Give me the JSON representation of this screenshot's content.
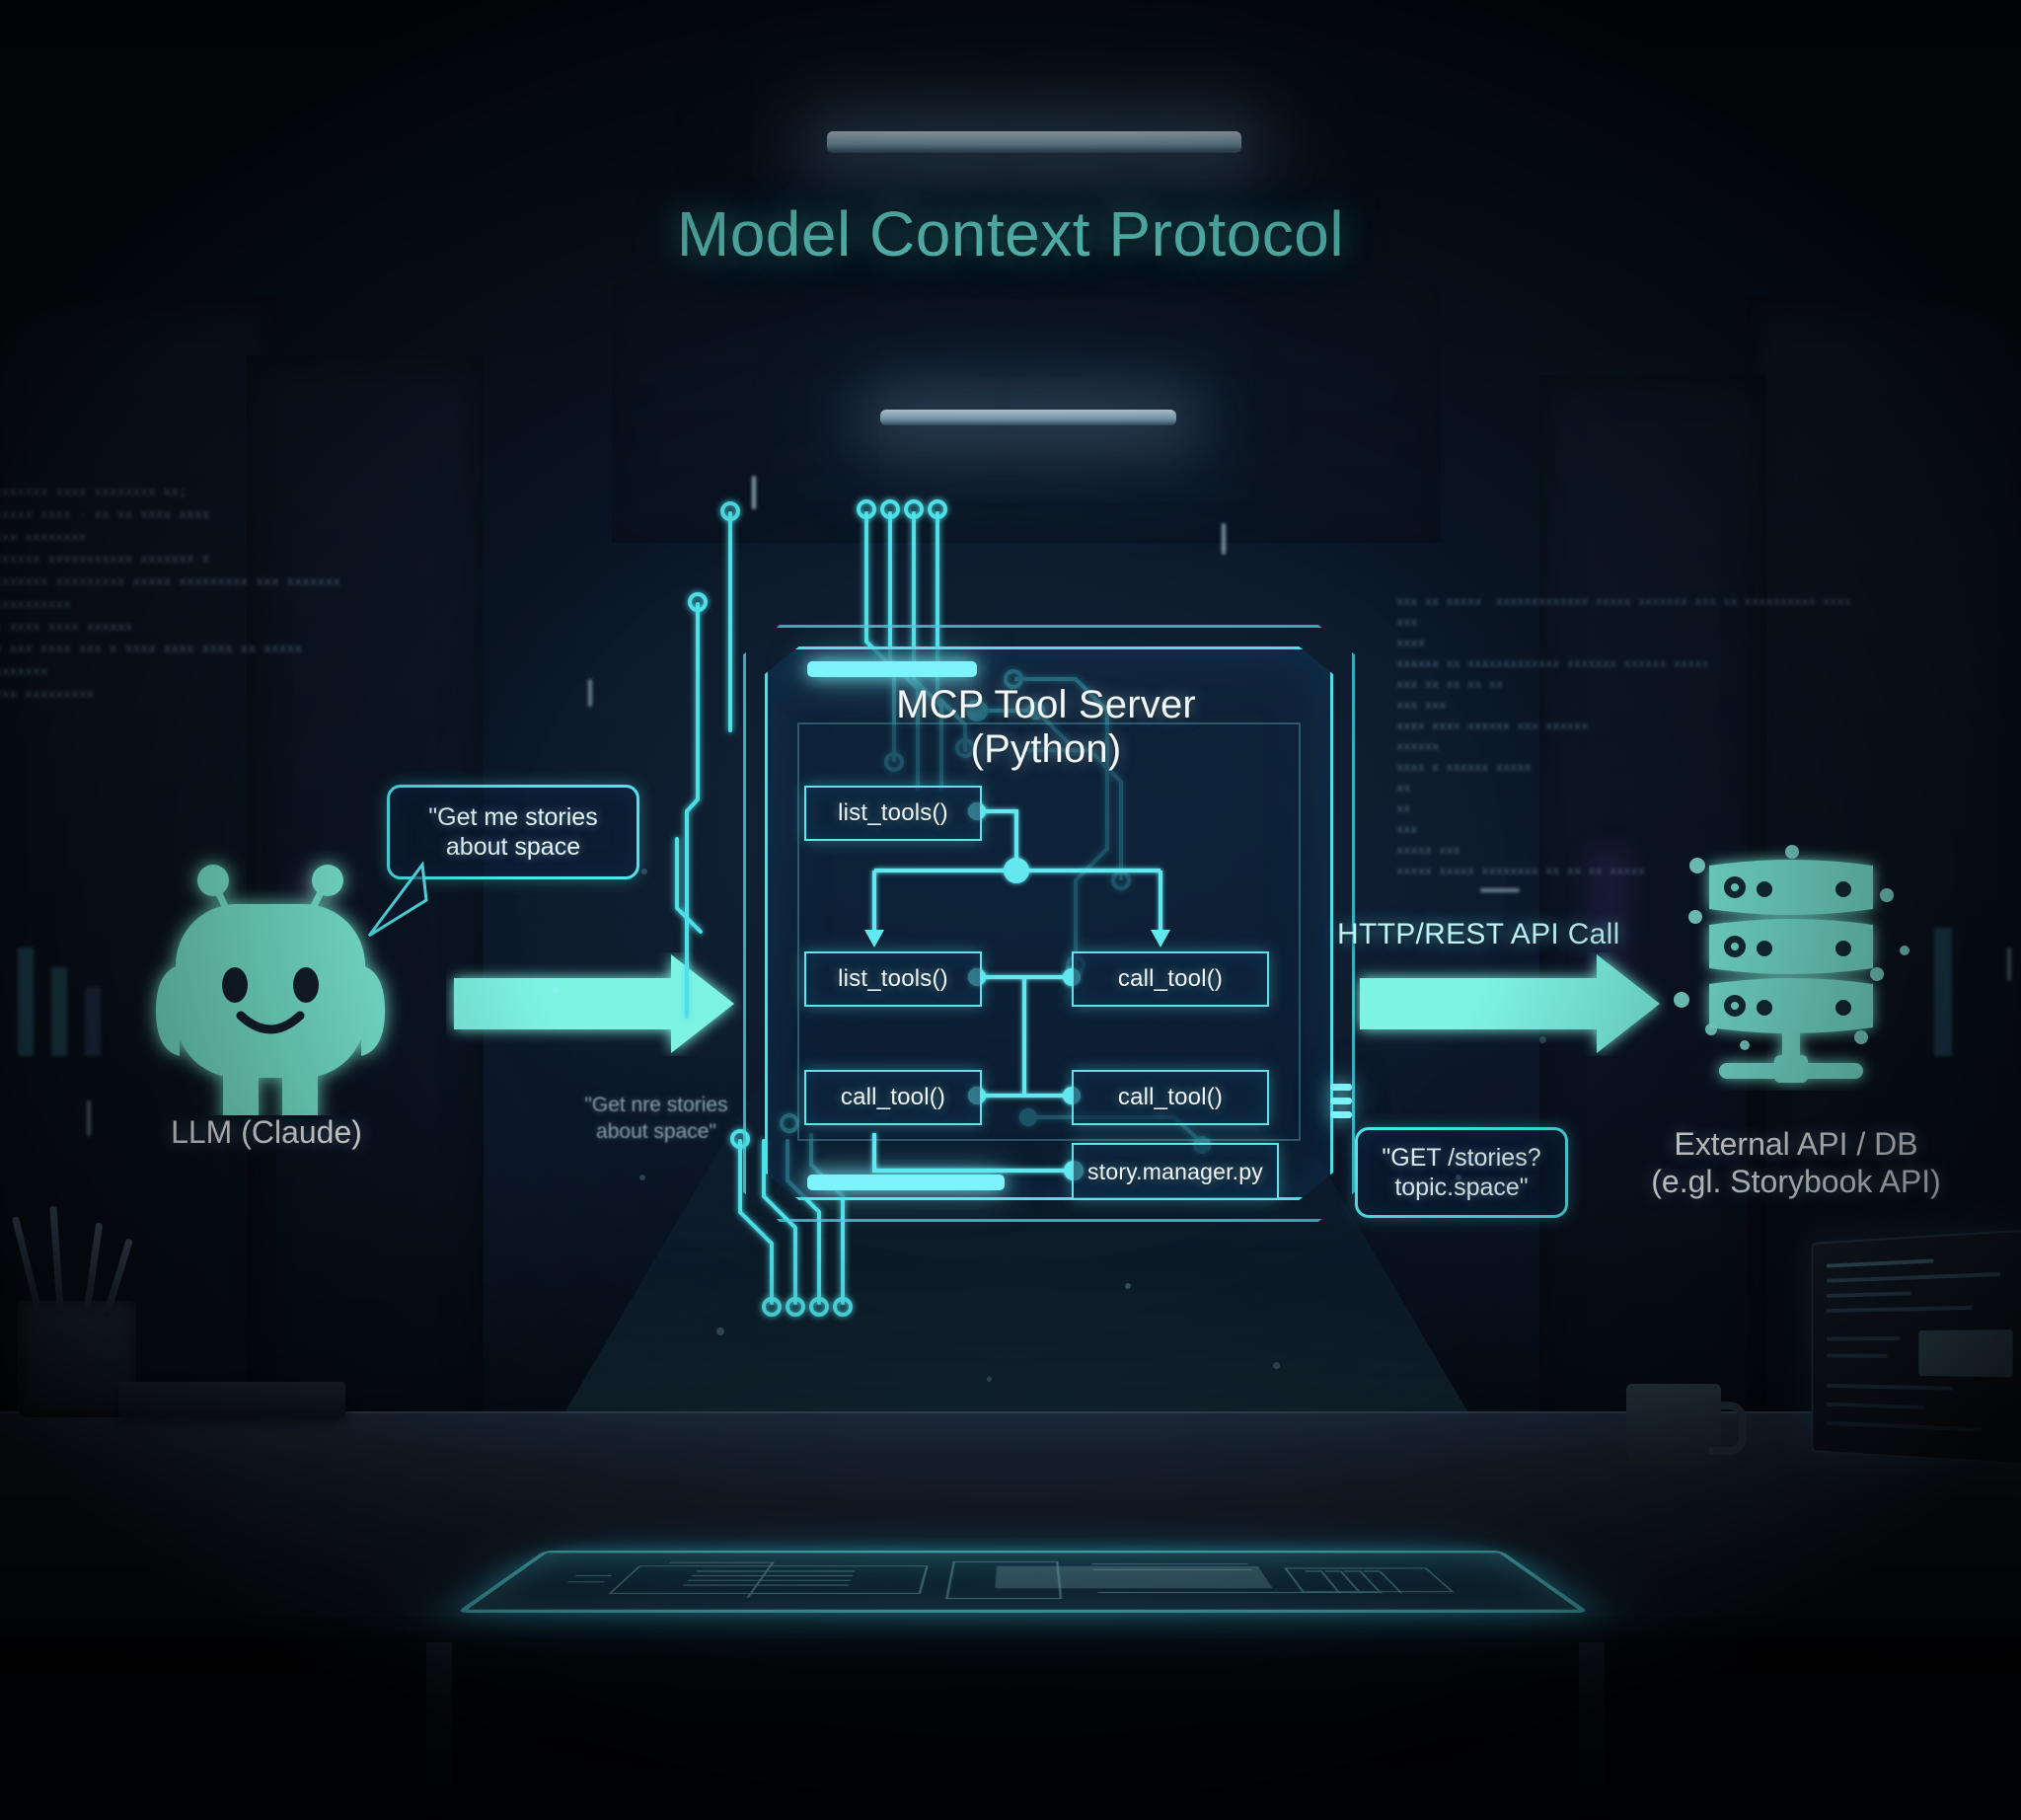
{
  "title": "Model Context Protocol",
  "scene": {
    "environment": "dark server room with desk and holographic projection"
  },
  "llm_node": {
    "icon": "robot-mascot-icon",
    "label": "LLM (Claude)",
    "speech_bubble": {
      "line1": "\"Get me stories",
      "line2": "about space"
    },
    "ghost_echo": {
      "line1": "\"Get nre stories",
      "line2": "about space\""
    }
  },
  "arrows": {
    "llm_to_server": "arrow-right",
    "server_to_api": "arrow-right"
  },
  "mcp_server": {
    "title_line1": "MCP Tool Server",
    "title_line2": "(Python)",
    "functions": [
      {
        "id": "fn-top-left",
        "label": "list_tools()"
      },
      {
        "id": "fn-mid-left",
        "label": "list_tools()"
      },
      {
        "id": "fn-mid-right",
        "label": "call_tool()"
      },
      {
        "id": "fn-bot-left",
        "label": "call_tool()"
      },
      {
        "id": "fn-bot-right",
        "label": "call_tool()"
      },
      {
        "id": "fn-module",
        "label": "story.manager.py"
      }
    ]
  },
  "api_call": {
    "label": "HTTP/REST API Call",
    "request_bubble": {
      "line1": "\"GET /stories?",
      "line2": "topic.space\""
    }
  },
  "external_node": {
    "icon": "database-server-rack-icon",
    "label_line1": "External API / DB",
    "label_line2": "(e.gl. Storybook API)"
  },
  "decor": {
    "code_left": "xxxxxxx xxxx xxxxxxxx xx;\nxxxxx xxxx - xx xx xxxx xxxx\nxxx xxxxxxxx\nxxxxxx xxxxxxxxxxx xxxxxxx x\nxxxxxxx xxxxxxxxx xxxxx xxxxxxxxx xxx xxxxxxx\nxxxxxxxxxx\nx xxxx xxxx xxxxxx\nx xxx xxxx xxx x xxxx xxxx xxxx xx xxxxx\nxxxxxxx\nxxx xxxxxxxxx",
    "code_right": "xxx xx xxxxx  xxxxxxxxxxxxx xxxxx xxxxxxx xxx xx xxxxxxxxxx xxxx\nxxx\nxxxx\nxxxxxx xx xxxxxxxxxxxxx xxxxxxx xxxxxx xxxxx\nxxx xx xx xx xx\nxxx xxx\nxxxx xxxx xxxxxx xxx xxxxxx\nxxxxxx\nxxxx x xxxxxx xxxxx\nxx\nxx\nxxx\nxxxxx xxx\nxxxxx xxxxx xxxxxxxx xx xx xx xxxxx"
  },
  "colors": {
    "accent_cyan": "#5fe4ec",
    "bright_cyan": "#7df3fb",
    "title_teal": "#6ef0e6",
    "text_white": "#f2f8fb",
    "bg_deep": "#0a1423"
  }
}
